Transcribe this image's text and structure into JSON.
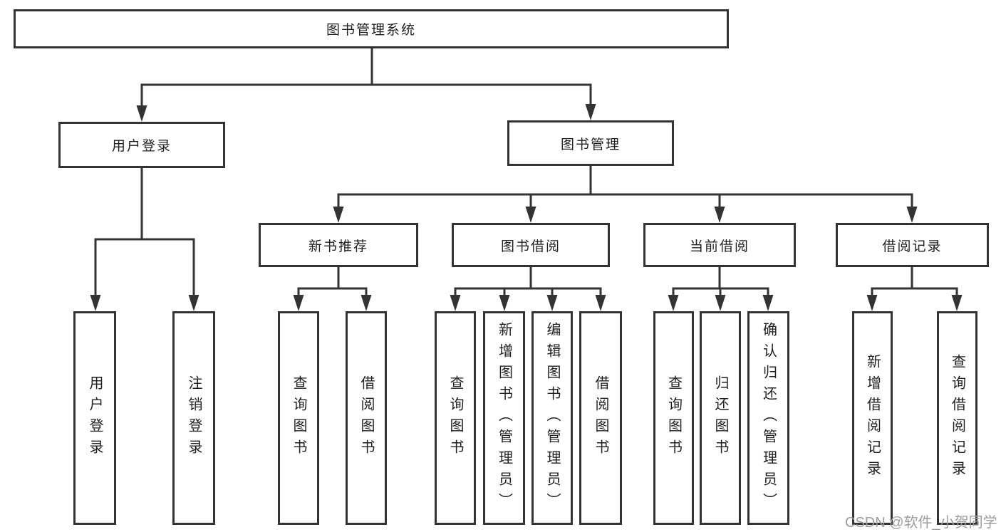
{
  "diagram": {
    "root": {
      "label": "图书管理系统"
    },
    "level2": [
      {
        "label": "用户登录"
      },
      {
        "label": "图书管理"
      }
    ],
    "level3": [
      {
        "label": "新书推荐"
      },
      {
        "label": "图书借阅"
      },
      {
        "label": "当前借阅"
      },
      {
        "label": "借阅记录"
      }
    ],
    "leaves": {
      "login": [
        {
          "label": "用户登录"
        },
        {
          "label": "注销登录"
        }
      ],
      "recommend": [
        {
          "label": "查询图书"
        },
        {
          "label": "借阅图书"
        }
      ],
      "borrow": [
        {
          "label": "查询图书"
        },
        {
          "label": "新增图书（管理员）"
        },
        {
          "label": "编辑图书（管理员）"
        },
        {
          "label": "借阅图书"
        }
      ],
      "current": [
        {
          "label": "查询图书"
        },
        {
          "label": "归还图书"
        },
        {
          "label": "确认归还（管理员）"
        }
      ],
      "records": [
        {
          "label": "新增借阅记录"
        },
        {
          "label": "查询借阅记录"
        }
      ]
    }
  },
  "watermark": {
    "text": "CSDN @软件_小贺同学"
  },
  "colors": {
    "line": "#333333",
    "box_border": "#333333",
    "box_fill": "#ffffff",
    "text": "#1f1f1f",
    "watermark": "#9d9d9d",
    "background": "#ffffff"
  }
}
